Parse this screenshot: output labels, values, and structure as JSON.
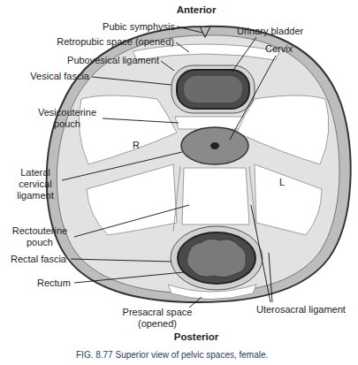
{
  "diagram": {
    "caption": "FIG. 8.77 Superior view of pelvic spaces, female.",
    "labels": [
      "Anterior",
      "Pubic symphysis",
      "Retropubic space (opened)",
      "Urinary bladder",
      "Pubovesical ligament",
      "Cervix",
      "Vesical fascia",
      "Vesicouterine pouch",
      "R",
      "Lateral cervical ligament",
      "L",
      "Rectouterine pouch",
      "Rectal fascia",
      "Rectum",
      "Uterosacral ligament",
      "Presacral space (opened)",
      "Posterior"
    ]
  }
}
